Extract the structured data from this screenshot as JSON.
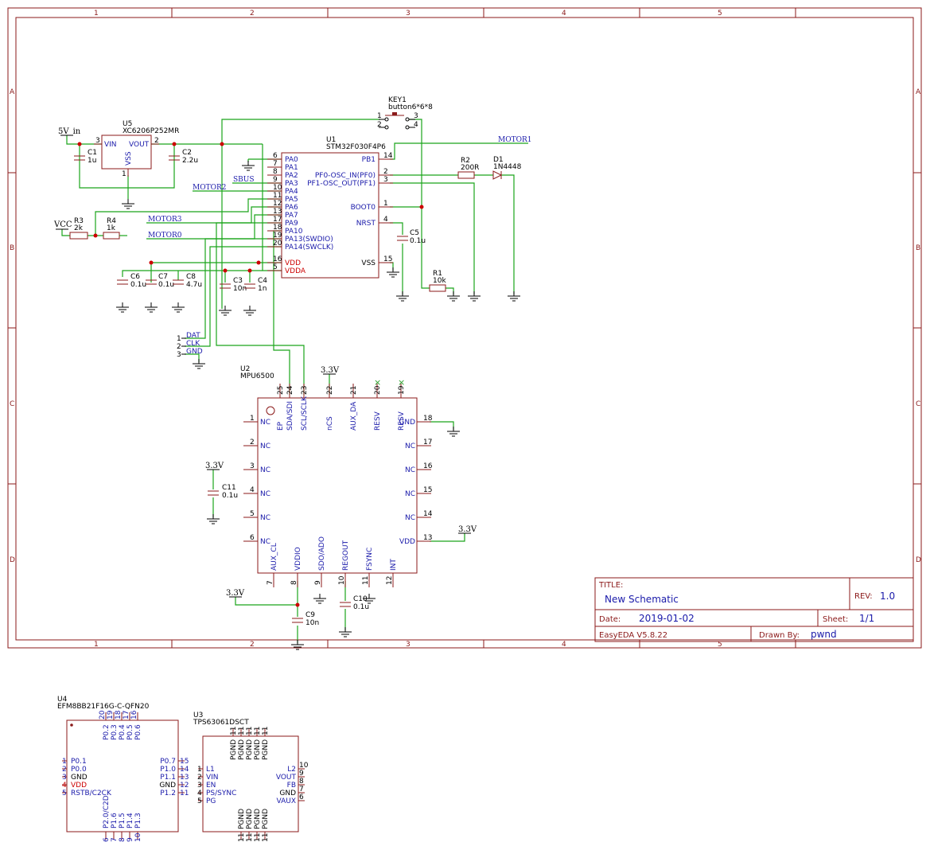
{
  "frame": {
    "col_labels": [
      "1",
      "2",
      "3",
      "4",
      "5"
    ],
    "row_labels": [
      "A",
      "B",
      "C",
      "D"
    ]
  },
  "title_block": {
    "title_label": "TITLE:",
    "title_value": "New Schematic",
    "rev_label": "REV:",
    "rev_value": "1.0",
    "date_label": "Date:",
    "date_value": "2019-01-02",
    "sheet_label": "Sheet:",
    "sheet_value": "1/1",
    "tool": "EasyEDA V5.8.22",
    "drawn_label": "Drawn By:",
    "drawn_value": "pwnd"
  },
  "nets": {
    "v5in": "5V_in",
    "vcc": "VCC",
    "v33": "3.3V",
    "motor1": "MOTOR1",
    "motor2": "MOTOR2",
    "motor3": "MOTOR3",
    "motor0": "MOTOR0",
    "sbus": "SBUS"
  },
  "u5": {
    "ref": "U5",
    "part": "XC6206P252MR",
    "vin": "VIN",
    "vout": "VOUT",
    "vss": "VSS",
    "p3": "3",
    "p2": "2",
    "p1": "1"
  },
  "caps": {
    "c1": {
      "ref": "C1",
      "val": "1u"
    },
    "c2": {
      "ref": "C2",
      "val": "2.2u"
    },
    "c3": {
      "ref": "C3",
      "val": "10n"
    },
    "c4": {
      "ref": "C4",
      "val": "1n"
    },
    "c5": {
      "ref": "C5",
      "val": "0.1u"
    },
    "c6": {
      "ref": "C6",
      "val": "0.1u"
    },
    "c7": {
      "ref": "C7",
      "val": "0.1u"
    },
    "c8": {
      "ref": "C8",
      "val": "4.7u"
    },
    "c9": {
      "ref": "C9",
      "val": "10n"
    },
    "c10": {
      "ref": "C10",
      "val": "0.1u"
    },
    "c11": {
      "ref": "C11",
      "val": "0.1u"
    }
  },
  "res": {
    "r1": {
      "ref": "R1",
      "val": "10k"
    },
    "r2": {
      "ref": "R2",
      "val": "200R"
    },
    "r3": {
      "ref": "R3",
      "val": "2k"
    },
    "r4": {
      "ref": "R4",
      "val": "1k"
    }
  },
  "d1": {
    "ref": "D1",
    "part": "1N4448"
  },
  "key1": {
    "ref": "KEY1",
    "part": "button6*6*8",
    "p1": "1",
    "p2": "2",
    "p3": "3",
    "p4": "4"
  },
  "u1": {
    "ref": "U1",
    "part": "STM32F030F4P6",
    "left_pins": [
      {
        "num": "6",
        "name": "PA0"
      },
      {
        "num": "7",
        "name": "PA1"
      },
      {
        "num": "8",
        "name": "PA2"
      },
      {
        "num": "9",
        "name": "PA3"
      },
      {
        "num": "10",
        "name": "PA4"
      },
      {
        "num": "11",
        "name": "PA5"
      },
      {
        "num": "12",
        "name": "PA6"
      },
      {
        "num": "13",
        "name": "PA7"
      },
      {
        "num": "17",
        "name": "PA9"
      },
      {
        "num": "18",
        "name": "PA10"
      },
      {
        "num": "19",
        "name": "PA13(SWDIO)"
      },
      {
        "num": "20",
        "name": "PA14(SWCLK)"
      }
    ],
    "pwr_pins": [
      {
        "num": "16",
        "name": "VDD"
      },
      {
        "num": "5",
        "name": "VDDA"
      }
    ],
    "right_pins": [
      {
        "num": "14",
        "name": "PB1"
      },
      {
        "num": "2",
        "name": "PF0-OSC_IN(PF0)"
      },
      {
        "num": "3",
        "name": "PF1-OSC_OUT(PF1)"
      },
      {
        "num": "1",
        "name": "BOOT0"
      },
      {
        "num": "4",
        "name": "NRST"
      },
      {
        "num": "15",
        "name": "VSS"
      }
    ]
  },
  "swd": {
    "p1": "1",
    "p2": "2",
    "p3": "3",
    "dat": "DAT",
    "clk": "CLK",
    "gnd": "GND"
  },
  "u2": {
    "ref": "U2",
    "part": "MPU6500",
    "top_pins": [
      {
        "num": "25",
        "name": "EP"
      },
      {
        "num": "24",
        "name": "SDA/SDI"
      },
      {
        "num": "23",
        "name": "SCL/SCLK"
      },
      {
        "num": "22",
        "name": "nCS"
      },
      {
        "num": "21",
        "name": "AUX_DA"
      },
      {
        "num": "20",
        "name": "RESV"
      },
      {
        "num": "19",
        "name": "RESV"
      }
    ],
    "left_pins": [
      {
        "num": "1",
        "name": "NC"
      },
      {
        "num": "2",
        "name": "NC"
      },
      {
        "num": "3",
        "name": "NC"
      },
      {
        "num": "4",
        "name": "NC"
      },
      {
        "num": "5",
        "name": "NC"
      },
      {
        "num": "6",
        "name": "NC"
      }
    ],
    "right_pins": [
      {
        "num": "18",
        "name": "GND"
      },
      {
        "num": "17",
        "name": "NC"
      },
      {
        "num": "16",
        "name": "NC"
      },
      {
        "num": "15",
        "name": "NC"
      },
      {
        "num": "14",
        "name": "NC"
      },
      {
        "num": "13",
        "name": "VDD"
      }
    ],
    "bottom_pins": [
      {
        "num": "7",
        "name": "AUX_CL"
      },
      {
        "num": "8",
        "name": "VDDIO"
      },
      {
        "num": "9",
        "name": "SDO/ADO"
      },
      {
        "num": "10",
        "name": "REGOUT"
      },
      {
        "num": "11",
        "name": "FSYNC"
      },
      {
        "num": "12",
        "name": "INT"
      }
    ]
  },
  "u4": {
    "ref": "U4",
    "part": "EFM8BB21F16G-C-QFN20",
    "top_pins": [
      {
        "num": "20",
        "name": "P0.2"
      },
      {
        "num": "19",
        "name": "P0.3"
      },
      {
        "num": "18",
        "name": "P0.4"
      },
      {
        "num": "17",
        "name": "P0.5"
      },
      {
        "num": "16",
        "name": "P0.6"
      }
    ],
    "left_pins": [
      {
        "num": "1",
        "name": "P0.1"
      },
      {
        "num": "2",
        "name": "P0.0"
      },
      {
        "num": "3",
        "name": "GND"
      },
      {
        "num": "4",
        "name": "VDD"
      },
      {
        "num": "5",
        "name": "RSTB/C2CK"
      }
    ],
    "right_pins": [
      {
        "num": "15",
        "name": "P0.7"
      },
      {
        "num": "14",
        "name": "P1.0"
      },
      {
        "num": "13",
        "name": "P1.1"
      },
      {
        "num": "12",
        "name": "GND"
      },
      {
        "num": "11",
        "name": "P1.2"
      }
    ],
    "bottom_pins": [
      {
        "num": "6",
        "name": "P2.0/C2D"
      },
      {
        "num": "7",
        "name": "P1.6"
      },
      {
        "num": "8",
        "name": "P1.5"
      },
      {
        "num": "9",
        "name": "P1.4"
      },
      {
        "num": "10",
        "name": "P1.3"
      }
    ]
  },
  "u3": {
    "ref": "U3",
    "part": "TPS63061DSCT",
    "top_pins": [
      {
        "num": "11",
        "name": "PGND"
      },
      {
        "num": "11",
        "name": "PGND"
      },
      {
        "num": "11",
        "name": "PGND"
      },
      {
        "num": "11",
        "name": "PGND"
      },
      {
        "num": "11",
        "name": "PGND"
      }
    ],
    "left_pins": [
      {
        "num": "1",
        "name": "L1"
      },
      {
        "num": "2",
        "name": "VIN"
      },
      {
        "num": "3",
        "name": "EN"
      },
      {
        "num": "4",
        "name": "PS/SYNC"
      },
      {
        "num": "5",
        "name": "PG"
      }
    ],
    "right_pins": [
      {
        "num": "10",
        "name": "L2"
      },
      {
        "num": "9",
        "name": "VOUT"
      },
      {
        "num": "8",
        "name": "FB"
      },
      {
        "num": "7",
        "name": "GND"
      },
      {
        "num": "6",
        "name": "VAUX"
      }
    ],
    "bottom_pins": [
      {
        "num": "11",
        "name": "PGND"
      },
      {
        "num": "11",
        "name": "PGND"
      },
      {
        "num": "11",
        "name": "PGND"
      },
      {
        "num": "11",
        "name": "PGND"
      }
    ]
  }
}
